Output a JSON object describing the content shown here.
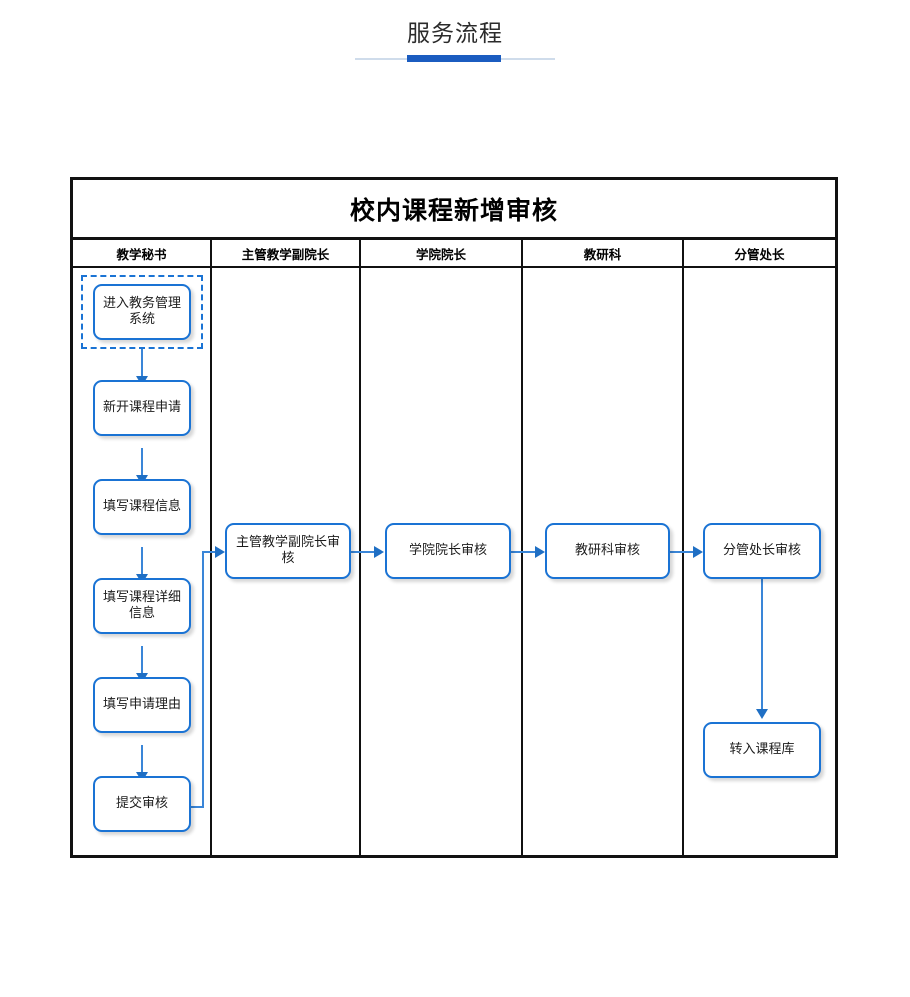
{
  "page": {
    "heading": "服务流程",
    "accent_color": "#1b5cc0",
    "rule_color": "#cfdceb"
  },
  "flowchart": {
    "title": "校内课程新增审核",
    "node_border_color": "#1a73d4",
    "connector_color": "#3a86d8",
    "lane_border_color": "#111111",
    "lanes": [
      {
        "label": "教学秘书"
      },
      {
        "label": "主管教学副院长"
      },
      {
        "label": "学院院长"
      },
      {
        "label": "教研科"
      },
      {
        "label": "分管处长"
      }
    ],
    "nodes": {
      "n1": {
        "label": "进入教务管理系统",
        "selected": true
      },
      "n2": {
        "label": "新开课程申请"
      },
      "n3": {
        "label": "填写课程信息"
      },
      "n4": {
        "label": "填写课程详细信息"
      },
      "n5": {
        "label": "填写申请理由"
      },
      "n6": {
        "label": "提交审核"
      },
      "n7": {
        "label": "主管教学副院长审核"
      },
      "n8": {
        "label": "学院院长审核"
      },
      "n9": {
        "label": "教研科审核"
      },
      "n10": {
        "label": "分管处长审核"
      },
      "n11": {
        "label": "转入课程库"
      }
    }
  }
}
